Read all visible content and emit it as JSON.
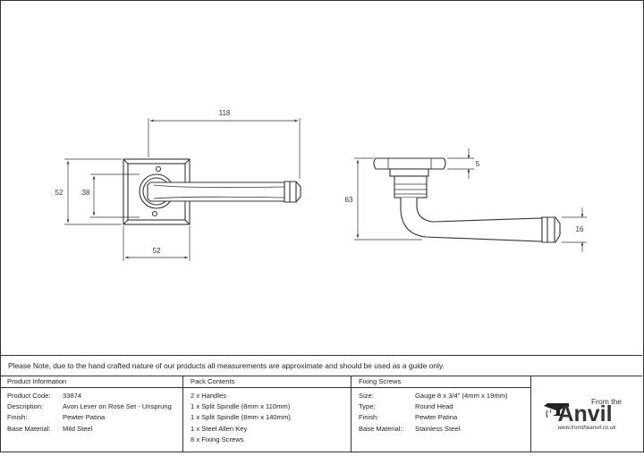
{
  "drawing": {
    "dims": {
      "length": "118",
      "rose_height": "52",
      "inner": "38",
      "rose_width": "52",
      "rose_thickness": "5",
      "overall_height": "63",
      "tip": "16"
    }
  },
  "note": "Please Note, due to the hand crafted nature of our products all measurements are approximate and should be used as a guide only.",
  "product": {
    "header": "Product Information",
    "rows": [
      {
        "label": "Product Code:",
        "value": "33874"
      },
      {
        "label": "Description:",
        "value": "Avon Lever on Rose Set - Unsprung"
      },
      {
        "label": "Finish:",
        "value": "Pewter Patina"
      },
      {
        "label": "Base Material:",
        "value": "Mild Steel"
      }
    ]
  },
  "pack": {
    "header": "Pack Contents",
    "items": [
      "2 x Handles",
      "1 x Split Spindle (8mm x 110mm)",
      "1 x Split Spindle (8mm x 140mm)",
      "1 x Steel Allen Key",
      "8 x Fixing Screws"
    ]
  },
  "screws": {
    "header": "Fixing Screws",
    "rows": [
      {
        "label": "Size:",
        "value": "Gauge 8 x 3/4\" (4mm x 19mm)"
      },
      {
        "label": "Type:",
        "value": "Round Head"
      },
      {
        "label": "Finish:",
        "value": "Pewter Patina"
      },
      {
        "label": "Base Material:",
        "value": "Stainless Steel"
      }
    ]
  },
  "logo": {
    "from_the": "From the",
    "brand": "Anvil",
    "url": "www.fromtheanvil.co.uk"
  },
  "colors": {
    "line": "#333333",
    "background": "#ffffff"
  }
}
